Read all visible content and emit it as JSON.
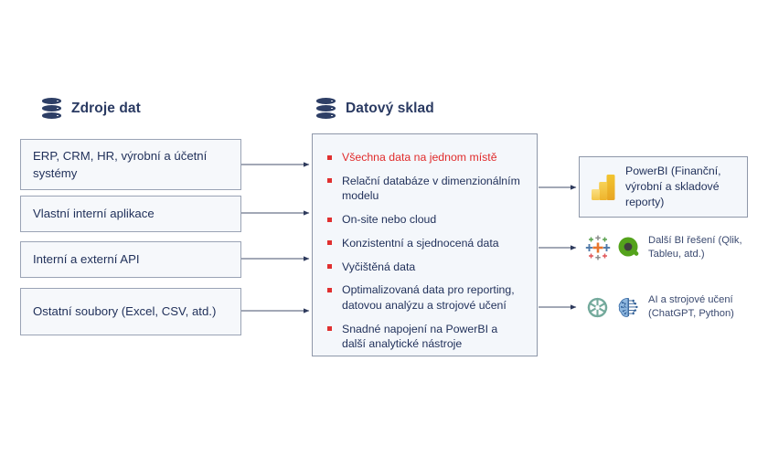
{
  "diagram": {
    "title_left": "Zdroje dat",
    "title_middle": "Datový sklad",
    "sources": {
      "heading": "Zdroje dat",
      "icon": "database-icon",
      "items": [
        {
          "label": "ERP, CRM, HR, výrobní a účetní systémy"
        },
        {
          "label": "Vlastní interní aplikace"
        },
        {
          "label": "Interní a externí API"
        },
        {
          "label": "Ostatní soubory (Excel, CSV, atd.)"
        }
      ]
    },
    "warehouse": {
      "heading": "Datový sklad",
      "icon": "database-icon",
      "bullets": [
        {
          "text": "Všechna data na jednom místě",
          "highlight": true
        },
        {
          "text": "Relační databáze v dimenzionálním modelu",
          "highlight": false
        },
        {
          "text": "On-site nebo cloud",
          "highlight": false
        },
        {
          "text": "Konzistentní a sjednocená data",
          "highlight": false
        },
        {
          "text": "Vyčištěná data",
          "highlight": false
        },
        {
          "text": "Optimalizovaná data pro reporting, datovou analýzu a strojové učení",
          "highlight": false
        },
        {
          "text": "Snadné napojení na PowerBI a další analytické nástroje",
          "highlight": false
        }
      ]
    },
    "outputs": [
      {
        "label": "PowerBI (Finanční, výrobní a skladové reporty)",
        "icons": [
          "powerbi-icon"
        ],
        "boxed": true
      },
      {
        "label": "Další BI řešení (Qlik, Tableu, atd.)",
        "icons": [
          "tableau-icon",
          "qlik-icon"
        ],
        "boxed": false
      },
      {
        "label": "AI a strojové učení (ChatGPT, Python)",
        "icons": [
          "openai-icon",
          "brain-icon"
        ],
        "boxed": false
      }
    ],
    "colors": {
      "text_navy": "#1f2f59",
      "heading_navy": "#2a3a62",
      "highlight_red": "#e02b2b",
      "bullet_red": "#e03030",
      "box_fill": "#f4f7fb",
      "box_border": "#8e97a9",
      "arrow": "#2e3a5c",
      "powerbi_yellow": "#f2c230",
      "qlik_green": "#54a31c",
      "openai_green": "#74aa9c",
      "brain_blue": "#4b7fc4"
    }
  }
}
